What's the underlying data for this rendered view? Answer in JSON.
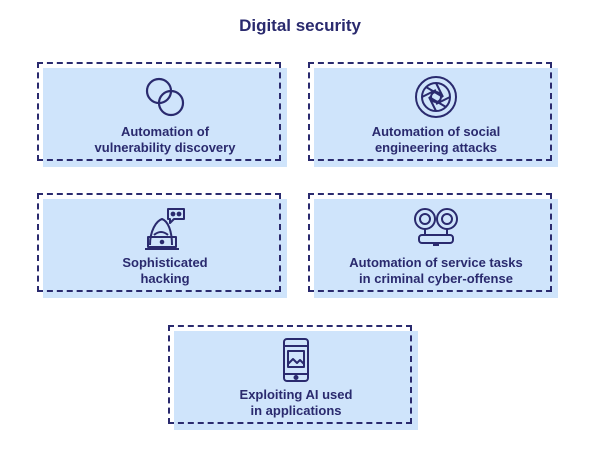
{
  "title": "Digital security",
  "cards": [
    {
      "label": "Automation of\nvulnerability discovery",
      "icon": "overlapping-circles-icon"
    },
    {
      "label": "Automation of social\nengineering attacks",
      "icon": "camera-aperture-icon"
    },
    {
      "label": "Sophisticated\nhacking",
      "icon": "hacker-icon"
    },
    {
      "label": "Automation of service tasks\nin criminal cyber-offense",
      "icon": "handcuffs-icon"
    },
    {
      "label": "Exploiting AI used\nin applications",
      "icon": "smartphone-icon"
    }
  ],
  "colors": {
    "text": "#2a2a6e",
    "card_fill": "#cfe4fb",
    "border": "#2a2a6e"
  }
}
